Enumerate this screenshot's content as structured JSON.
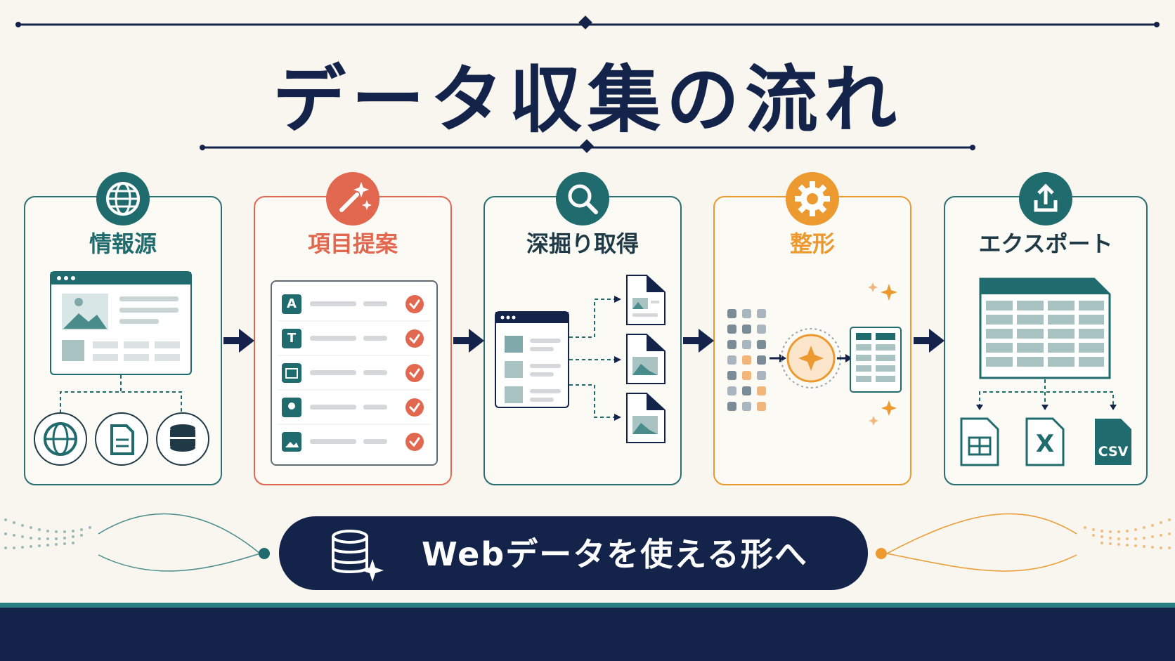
{
  "title": "データ収集の流れ",
  "steps": [
    {
      "label": "情報源",
      "icon": "globe-icon",
      "color": "#1f6b6e"
    },
    {
      "label": "項目提案",
      "icon": "magic-wand-icon",
      "color": "#e2674f"
    },
    {
      "label": "深掘り取得",
      "icon": "search-icon",
      "color": "#1f6b6e"
    },
    {
      "label": "整形",
      "icon": "gear-icon",
      "color": "#ec9a30"
    },
    {
      "label": "エクスポート",
      "icon": "upload-icon",
      "color": "#1f6b6e"
    }
  ],
  "field_letters": [
    "A",
    "T"
  ],
  "export_formats": [
    "X",
    "CSV"
  ],
  "banner_text": "Webデータを使える形へ",
  "colors": {
    "navy": "#13234a",
    "teal": "#1f6b6e",
    "coral": "#e2674f",
    "orange": "#ec9a30"
  }
}
